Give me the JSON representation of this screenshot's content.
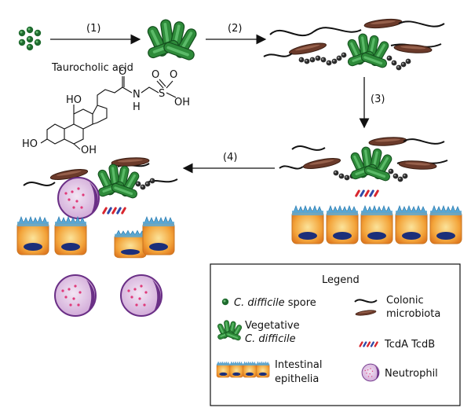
{
  "steps": {
    "s1": "(1)",
    "s2": "(2)",
    "s3": "(3)",
    "s4": "(4)"
  },
  "compound": {
    "name": "Taurocholic acid",
    "atoms": {
      "o_carbonyl": "O",
      "n": "N",
      "h": "H",
      "s": "S",
      "o1": "O",
      "o2": "O",
      "oh_sulfo": "OH",
      "ho_top": "HO",
      "ho_left": "HO",
      "oh_bottom": "OH"
    }
  },
  "legend": {
    "title": "Legend",
    "spore_italic": "C. difficile",
    "spore_text": " spore",
    "microbiota_line1": "Colonic",
    "microbiota_line2": "microbiota",
    "vegetative_line1": "Vegetative",
    "vegetative_line2": "C. difficile",
    "toxins": "TcdA TcdB",
    "epithelia_line1": "Intestinal",
    "epithelia_line2": "epithelia",
    "neutrophil": "Neutrophil"
  },
  "colors": {
    "spore": "#1e6b2e",
    "vegetative": "#2e8b3a",
    "microbiota": "#6b3a2a",
    "toxin_red": "#d8262e",
    "toxin_blue": "#2f4aa8",
    "epithelia_top": "#5aa9d6",
    "epithelia_cell": "#f2a43a",
    "nucleus": "#1c2f7a",
    "neutrophil": "#d8b8dd",
    "neutrophil_nucleus": "#6a2f86"
  }
}
